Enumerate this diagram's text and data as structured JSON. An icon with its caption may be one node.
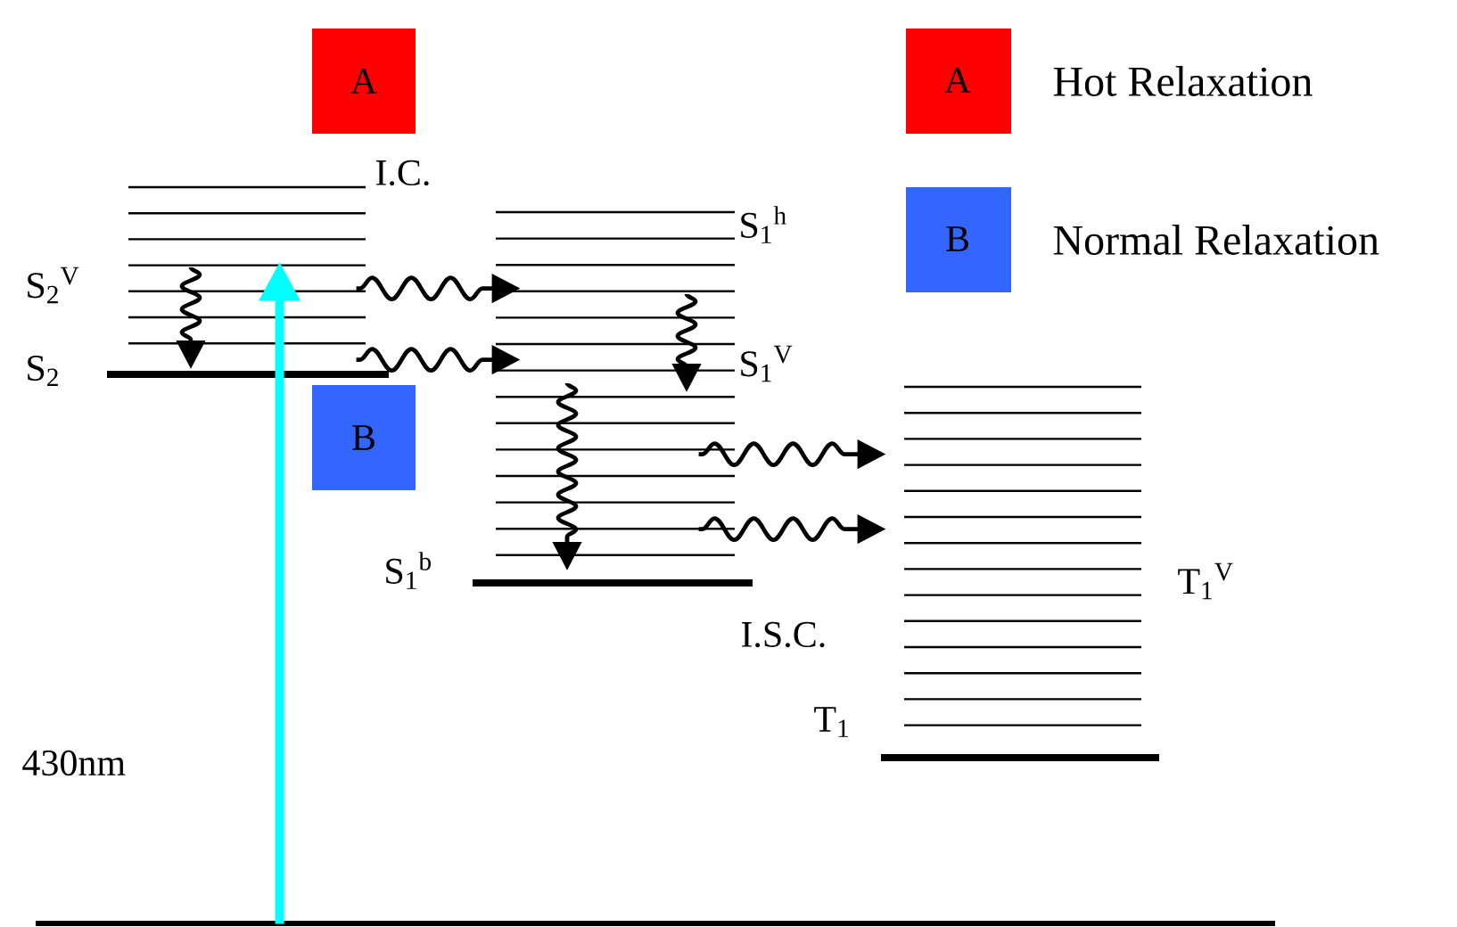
{
  "diagram": {
    "nodes": [
      {
        "text": [
          "A"
        ]
      },
      {
        "text": [
          "B"
        ]
      },
      {
        "text": [],
        "shape": "bar",
        "beside": [
          "S$_{2}$$^{V}$",
          "S$_{2}$"
        ]
      },
      {
        "text": [],
        "shape": "bar",
        "beside": [
          "S$_{1}$$^{h}$",
          "S$_{1}$$^{V}$",
          "S$_{1}$$^{b}$"
        ]
      },
      {
        "text": [],
        "shape": "bar",
        "beside": [
          "T$_{1}$$^{V}$",
          "T$_{1}$"
        ]
      },
      {
        "text": [],
        "shape": "bar"
      }
    ],
    "edges": [
      {
        "from": 5,
        "to": 2,
        "arrow": "to",
        "style": "thick",
        "color": "#00ffff"
      },
      {
        "from": 2,
        "to": 3,
        "arrow": "to"
      },
      {
        "from": 2,
        "to": 3,
        "arrow": "to"
      },
      {
        "from": 3,
        "to": 4,
        "arrow": "to"
      },
      {
        "from": 3,
        "to": 4,
        "arrow": "to"
      }
    ],
    "labels": [
      "A",
      "I.C.",
      "B",
      "I.S.C.",
      "430nm"
    ],
    "legend": [
      {
        "text": "Hot Relaxation",
        "color": "#ff0000"
      },
      {
        "text": "Normal Relaxation",
        "color": "#3366ff"
      }
    ]
  }
}
